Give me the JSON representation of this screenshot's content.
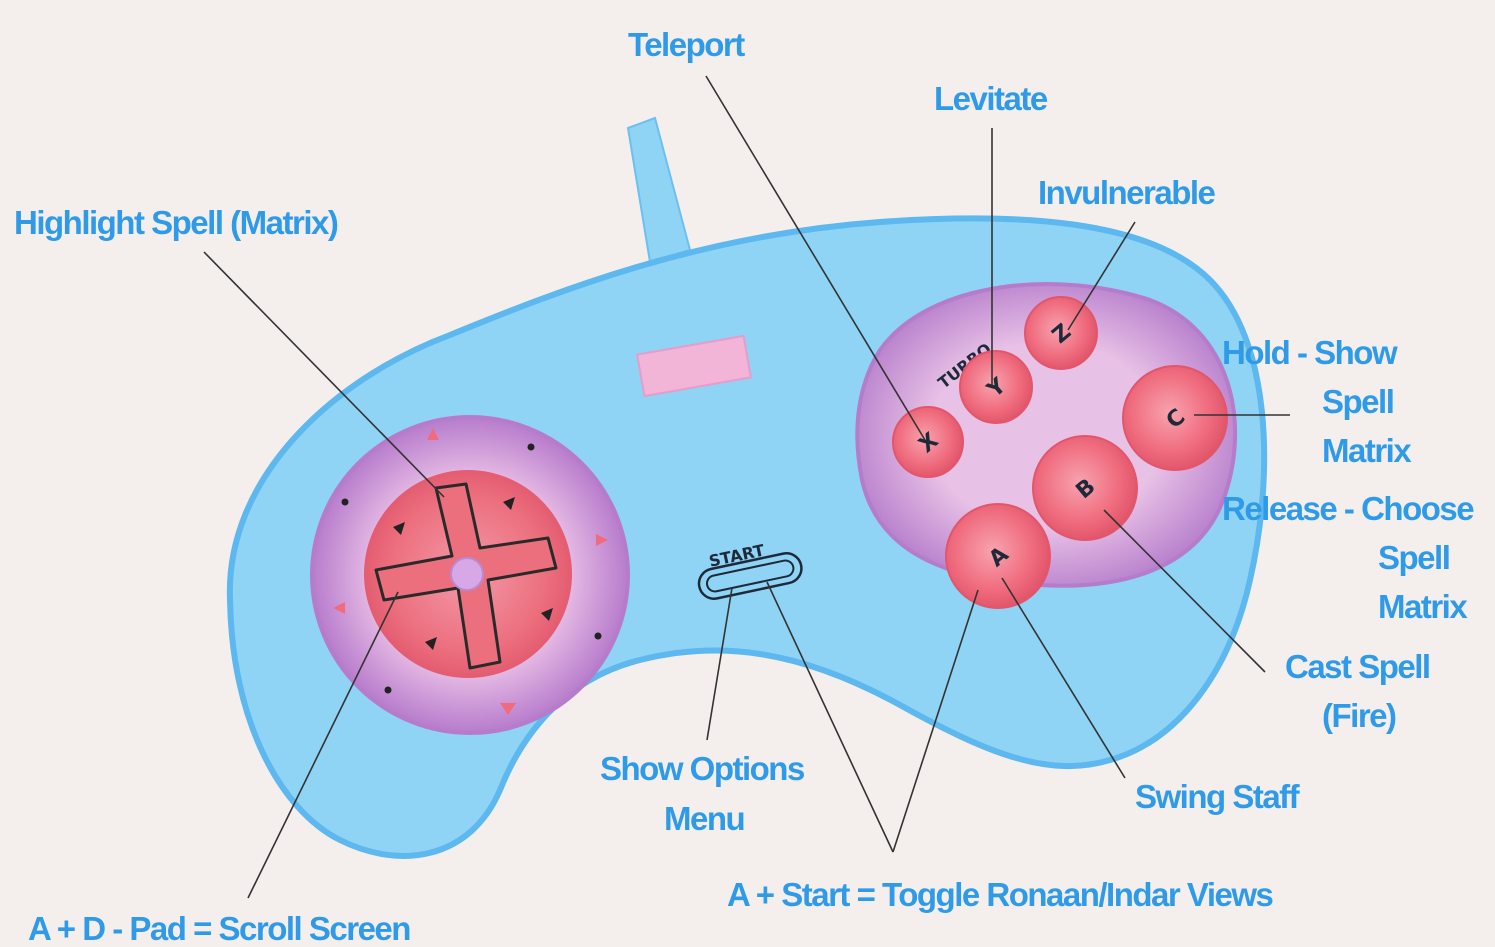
{
  "controller": {
    "start_label": "START",
    "turbo_label": "TURBO",
    "buttons": {
      "x": "X",
      "y": "Y",
      "z": "Z",
      "a": "A",
      "b": "B",
      "c": "C"
    },
    "colors": {
      "body": "#8fd3f5",
      "body_edge": "#5cb8ee",
      "dpad_ring": "#c88fd2",
      "dpad_center": "#ec6f7e",
      "button_area": "#dca9dc",
      "button": "#ef6b7d",
      "callout_text": "#2f9be8"
    }
  },
  "callouts": {
    "teleport": "Teleport",
    "levitate": "Levitate",
    "invulnerable": "Invulnerable",
    "highlight_spell": "Highlight Spell (Matrix)",
    "hold_show": [
      "Hold - Show",
      "Spell",
      "Matrix"
    ],
    "release_choose": [
      "Release - Choose",
      "Spell",
      "Matrix"
    ],
    "cast_spell": [
      "Cast Spell",
      "(Fire)"
    ],
    "show_options": [
      "Show Options",
      "Menu"
    ],
    "swing_staff": "Swing Staff",
    "toggle_views": "A + Start = Toggle Ronaan/Indar Views",
    "scroll_screen": "A + D - Pad = Scroll Screen"
  }
}
